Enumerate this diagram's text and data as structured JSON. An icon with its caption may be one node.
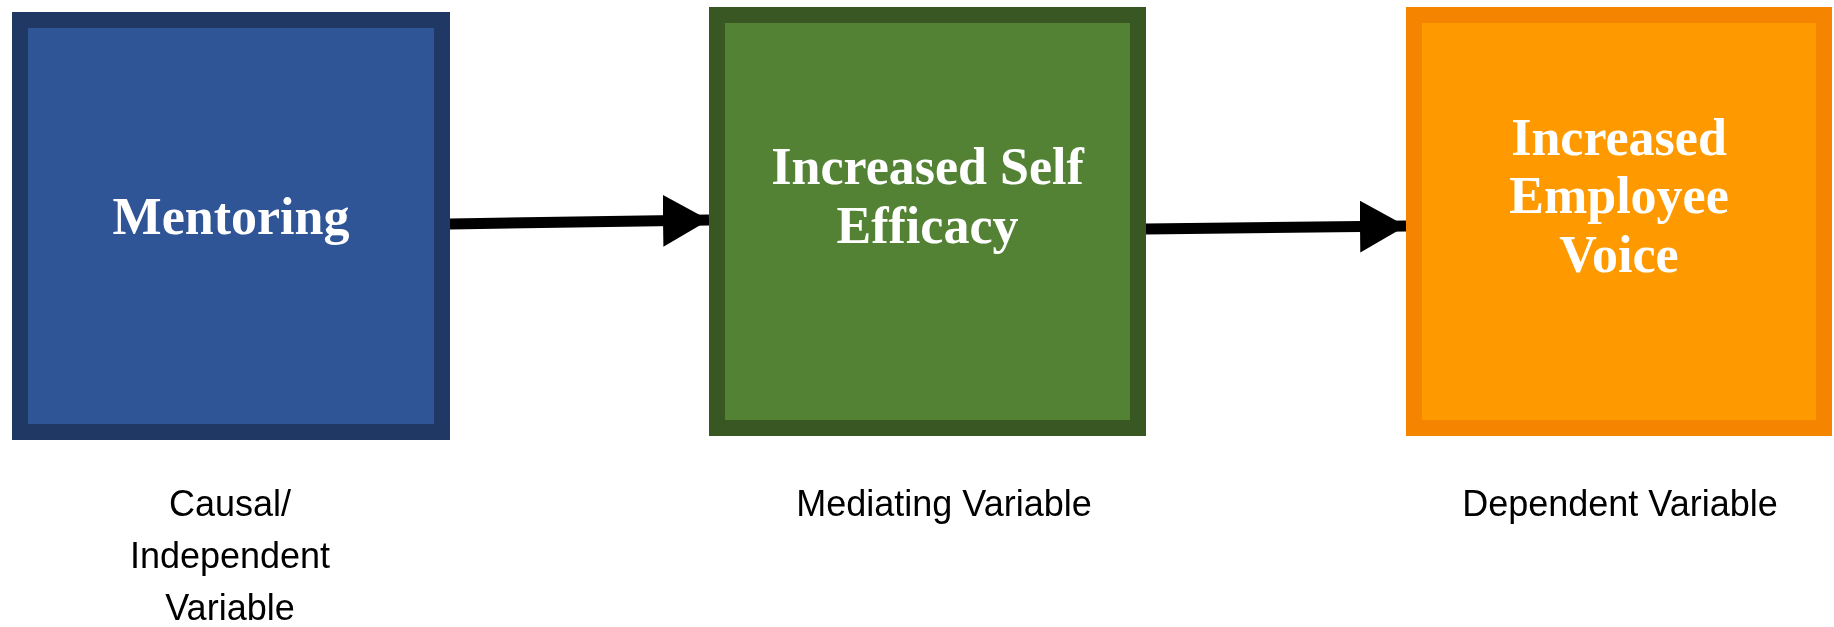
{
  "diagram": {
    "nodes": [
      {
        "text": [
          "Mentoring"
        ],
        "beside": [
          "Causal/ Independent Variable"
        ]
      },
      {
        "text": [
          "Increased Self Efficacy"
        ],
        "beside": [
          "Mediating Variable"
        ]
      },
      {
        "text": [
          "Increased Employee Voice"
        ],
        "beside": [
          "Dependent Variable"
        ]
      }
    ],
    "edges": [
      {
        "from": 0,
        "to": 1,
        "arrow": "to"
      },
      {
        "from": 1,
        "to": 2,
        "arrow": "to"
      }
    ]
  }
}
